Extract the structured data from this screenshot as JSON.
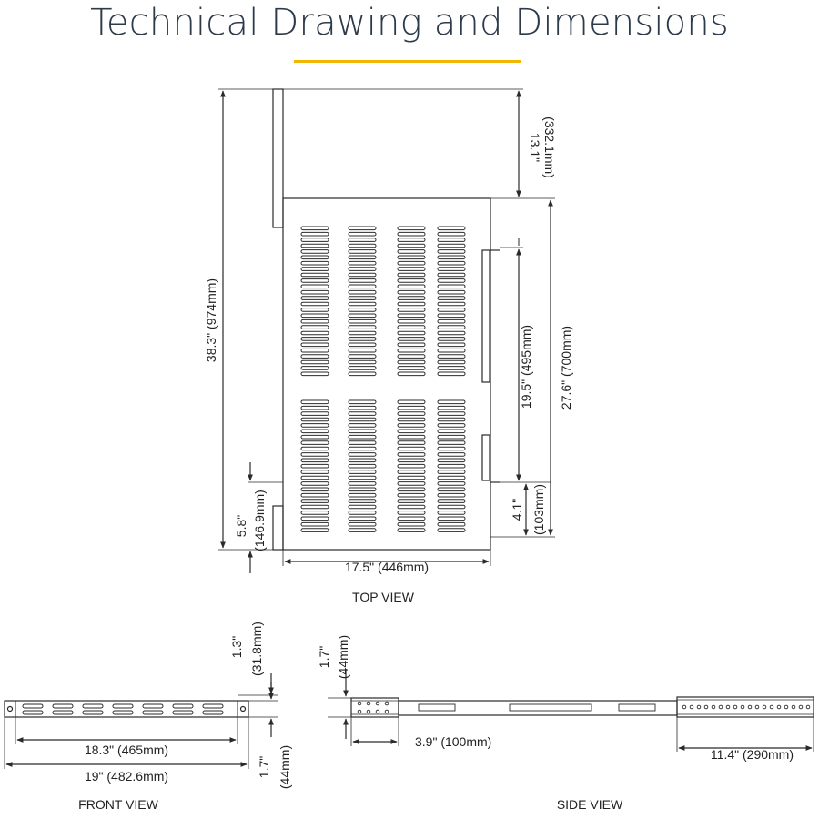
{
  "title": "Technical Drawing and Dimensions",
  "accent_color": "#f2b705",
  "line_color": "#2a2a2a",
  "top_view": {
    "label": "TOP VIEW",
    "overall_depth": "38.3\" (974mm)",
    "top_offset_in": "13.1\"",
    "top_offset_mm": "(332.1mm)",
    "tray_depth": "27.6\" (700mm)",
    "rail_span": "19.5\" (495mm)",
    "front_offset_in": "4.1\"",
    "front_offset_mm": "(103mm)",
    "bottom_offset_in": "5.8\"",
    "bottom_offset_mm": "(146.9mm)",
    "width": "17.5\" (446mm)"
  },
  "front_view": {
    "label": "FRONT VIEW",
    "top_gap_in": "1.3\"",
    "top_gap_mm": "(31.8mm)",
    "height_in": "1.7\"",
    "height_mm": "(44mm)",
    "inner_width": "18.3\" (465mm)",
    "outer_width": "19\" (482.6mm)"
  },
  "side_view": {
    "label": "SIDE VIEW",
    "height_in": "1.7\"",
    "height_mm": "(44mm)",
    "bracket_min": "3.9\" (100mm)",
    "bracket_max": "11.4\" (290mm)"
  }
}
